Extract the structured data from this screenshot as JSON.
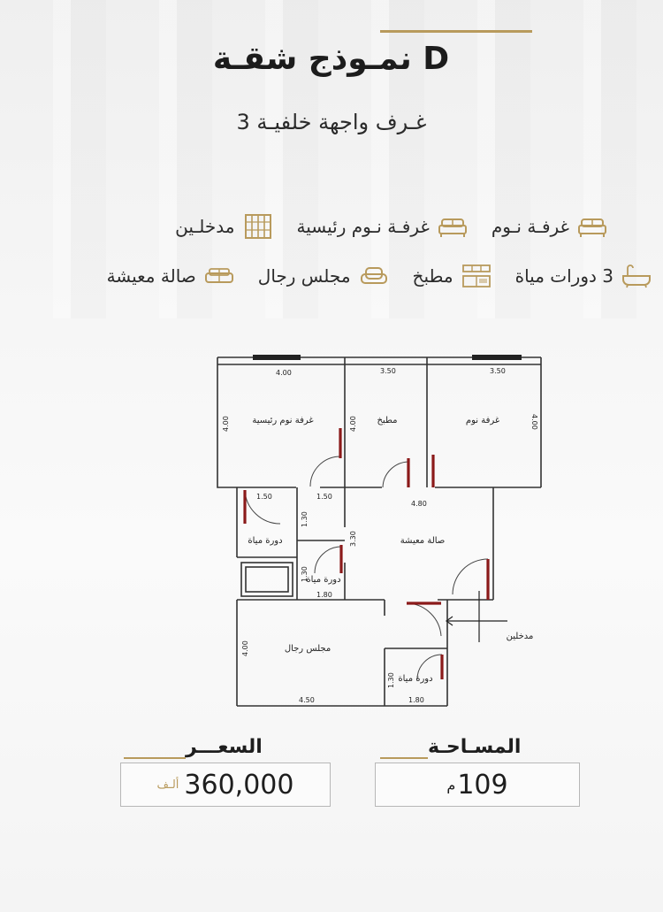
{
  "header": {
    "title": "نمـوذج شقـة D",
    "subtitle": "3 غـرف واجهة خلفيـة"
  },
  "features": {
    "row1": [
      {
        "label": "مدخلـين",
        "icon": "door-icon"
      },
      {
        "label": "غرفـة نـوم رئيسية",
        "icon": "bed-icon"
      },
      {
        "label": "غرفـة نـوم",
        "icon": "bed-icon"
      }
    ],
    "row2": [
      {
        "label": "صالة معيشة",
        "icon": "sofa-icon"
      },
      {
        "label": "مجلس رجال",
        "icon": "armchair-icon"
      },
      {
        "label": "مطبخ",
        "icon": "kitchen-icon"
      },
      {
        "label": "3 دورات مياة",
        "icon": "bathtub-icon"
      }
    ]
  },
  "floor_plan": {
    "rooms": {
      "master_bedroom": "غرفة نوم رئيسية",
      "kitchen": "مطبخ",
      "bedroom": "غرفة نوم",
      "living": "صالة معيشة",
      "bath1": "دورة مياة",
      "bath2": "دورة مياة",
      "bath3": "دورة مياة",
      "majlis": "مجلس رجال",
      "entrance": "مدخلين"
    },
    "dims": {
      "master_w": "4.00",
      "master_h": "4.00",
      "kitchen_w": "3.50",
      "kitchen_h": "4.00",
      "bedroom_w": "3.50",
      "bedroom_h": "4.00",
      "bath_w1": "1.50",
      "bath_w2": "1.50",
      "bath_h1": "1.30",
      "bath_h2": "1.30",
      "bath_b": "1.80",
      "living_w": "4.80",
      "living_h": "3.30",
      "majlis_h": "4.00",
      "majlis_w": "4.50",
      "bath3_h": "1.30",
      "bath3_w": "1.80"
    }
  },
  "price": {
    "label": "السعـــر",
    "value": "360,000",
    "unit": "ألـف"
  },
  "area": {
    "label": "المسـاحـة",
    "value": "109",
    "unit": "م"
  },
  "colors": {
    "accent_gold": "#b89a5c",
    "door_red": "#8b1a1a"
  }
}
